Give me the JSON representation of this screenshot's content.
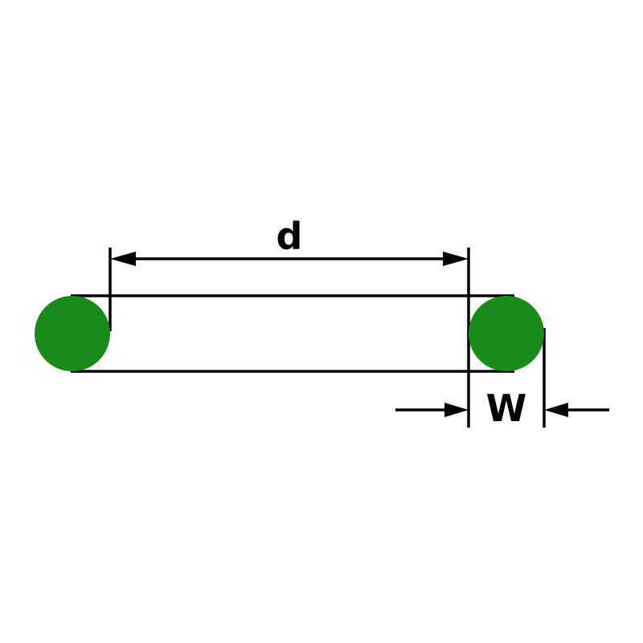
{
  "diagram": {
    "name": "o-ring-dimension-diagram",
    "labels": {
      "inner_diameter": "d",
      "cross_section_width": "W"
    },
    "colors": {
      "ring_fill": "#1a8a1a",
      "line": "#000000",
      "background": "#ffffff"
    }
  }
}
